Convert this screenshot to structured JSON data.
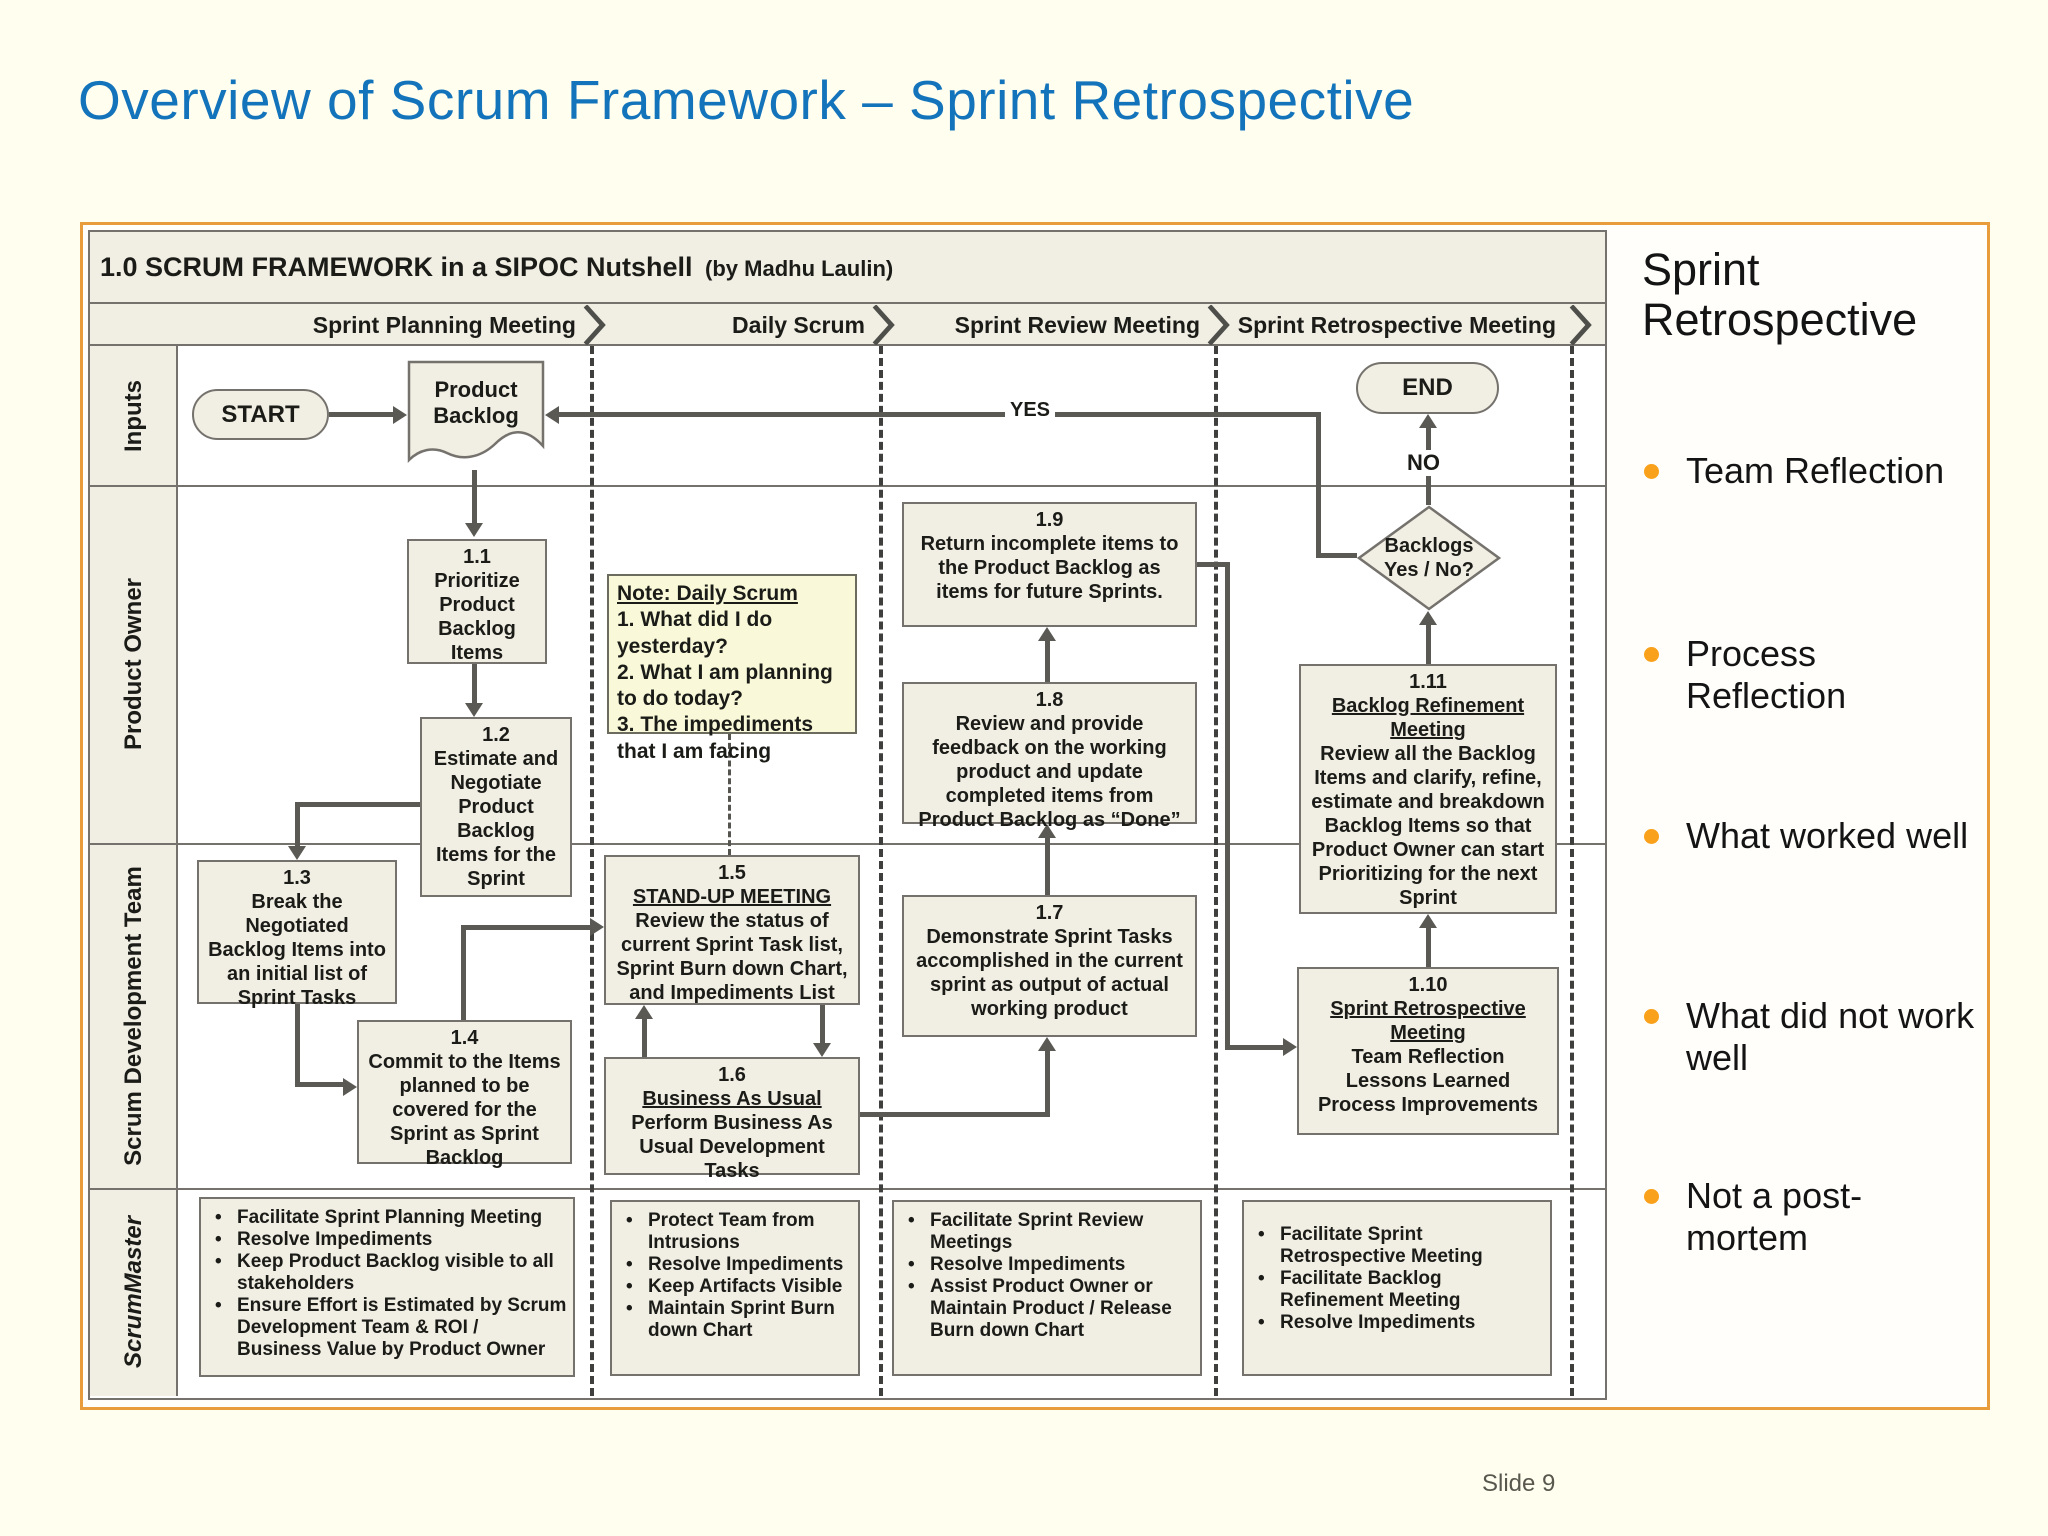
{
  "title": "Overview of Scrum Framework – Sprint Retrospective",
  "slide_number": "Slide 9",
  "colors": {
    "title_blue": "#1474BB",
    "panel_border_orange": "#E89C3C",
    "bullet_orange": "#F9A11B",
    "box_fill": "#F1EEE3",
    "note_fill": "#F9F9DA",
    "flow_line": "#5A5954"
  },
  "diagram": {
    "header": {
      "title": "1.0 SCRUM FRAMEWORK in a SIPOC Nutshell",
      "byline": "(by Madhu Laulin)"
    },
    "phases": [
      "Sprint Planning Meeting",
      "Daily Scrum",
      "Sprint Review Meeting",
      "Sprint Retrospective Meeting"
    ],
    "lanes": [
      "Inputs",
      "Product Owner",
      "Scrum Development Team",
      "ScrumMaster"
    ],
    "nodes": {
      "start": "START",
      "end": "END",
      "product_backlog": "Product Backlog",
      "decision": "Backlogs Yes / No?",
      "yes": "YES",
      "no": "NO",
      "n11": {
        "num": "1.1",
        "text": "Prioritize Product Backlog Items"
      },
      "n12": {
        "num": "1.2",
        "text": "Estimate and Negotiate Product Backlog Items for the Sprint"
      },
      "n13": {
        "num": "1.3",
        "text": "Break the Negotiated Backlog Items into an initial list of Sprint Tasks"
      },
      "n14": {
        "num": "1.4",
        "text": "Commit to the Items planned to be covered for the Sprint as Sprint Backlog"
      },
      "n15": {
        "num": "1.5",
        "title": "STAND-UP MEETING",
        "text": "Review the status of current Sprint Task list, Sprint Burn down Chart, and Impediments List"
      },
      "n16": {
        "num": "1.6",
        "title": "Business As Usual",
        "text": "Perform Business As Usual Development Tasks"
      },
      "n17": {
        "num": "1.7",
        "text": "Demonstrate Sprint Tasks accomplished in the current sprint as output of actual working product"
      },
      "n18": {
        "num": "1.8",
        "text": "Review and provide feedback on the working product and update completed items from Product Backlog as “Done”"
      },
      "n19": {
        "num": "1.9",
        "text": "Return incomplete items to the Product Backlog as items for future Sprints."
      },
      "n110": {
        "num": "1.10",
        "title": "Sprint Retrospective Meeting",
        "lines": [
          "Team Reflection",
          "Lessons Learned",
          "Process Improvements"
        ]
      },
      "n111": {
        "num": "1.11",
        "title": "Backlog Refinement Meeting",
        "text": "Review all the Backlog Items and clarify, refine, estimate and breakdown Backlog Items so that Product Owner can start Prioritizing for the next Sprint"
      }
    },
    "note": {
      "title": "Note: Daily Scrum",
      "lines": [
        "1. What did I do yesterday?",
        "2. What I am planning to do today?",
        "3. The impediments that I am facing"
      ]
    },
    "scrummaster": [
      {
        "items": [
          "Facilitate Sprint Planning Meeting",
          "Resolve Impediments",
          "Keep Product Backlog visible to all stakeholders",
          "Ensure Effort is Estimated by Scrum Development Team & ROI / Business Value by Product Owner"
        ]
      },
      {
        "items": [
          "Protect Team from Intrusions",
          "Resolve Impediments",
          "Keep Artifacts Visible",
          "Maintain Sprint Burn down Chart"
        ]
      },
      {
        "items": [
          "Facilitate Sprint Review Meetings",
          "Resolve Impediments",
          "Assist Product Owner or Maintain Product / Release Burn down Chart"
        ]
      },
      {
        "items": [
          "Facilitate Sprint Retrospective Meeting",
          "Facilitate Backlog Refinement Meeting",
          "Resolve Impediments"
        ]
      }
    ]
  },
  "sidebar": {
    "heading": "Sprint Retrospective",
    "bullets": [
      "Team Reflection",
      "Process Reflection",
      "What worked well",
      "What did not work well",
      "Not a post-mortem"
    ]
  }
}
